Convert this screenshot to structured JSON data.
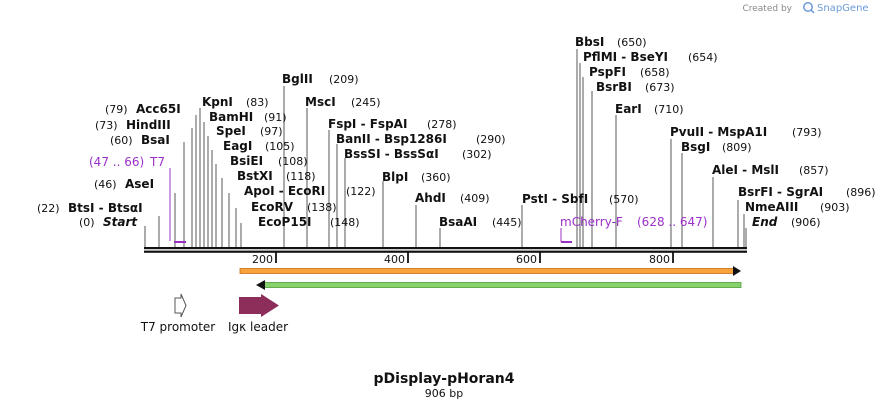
{
  "map": {
    "title": "pDisplay-pHoran4",
    "length_label": "906 bp",
    "length_bp": 906,
    "credit": "Created by",
    "brand": "SnapGene",
    "ruler_ticks": [
      "200",
      "400",
      "600",
      "800"
    ],
    "ends": {
      "start": "Start",
      "start_pos": "(0)",
      "end": "End",
      "end_pos": "(906)"
    },
    "sites": [
      {
        "label": "BtsI  -  BtsαI",
        "pos": "(22)"
      },
      {
        "label": "AseI",
        "pos": "(46)"
      },
      {
        "label": "BsaI",
        "pos": "(60)"
      },
      {
        "label": "HindIII",
        "pos": "(73)"
      },
      {
        "label": "Acc65I",
        "pos": "(79)"
      },
      {
        "label": "KpnI",
        "pos": "(83)"
      },
      {
        "label": "BamHI",
        "pos": "(91)"
      },
      {
        "label": "SpeI",
        "pos": "(97)"
      },
      {
        "label": "EagI",
        "pos": "(105)"
      },
      {
        "label": "BsiEI",
        "pos": "(108)"
      },
      {
        "label": "BstXI",
        "pos": "(118)"
      },
      {
        "label": "ApoI  -  EcoRI",
        "pos": "(122)"
      },
      {
        "label": "EcoRV",
        "pos": "(138)"
      },
      {
        "label": "EcoP15I",
        "pos": "(148)"
      },
      {
        "label": "BglII",
        "pos": "(209)"
      },
      {
        "label": "MscI",
        "pos": "(245)"
      },
      {
        "label": "FspI  -  FspAI",
        "pos": "(278)"
      },
      {
        "label": "BanII  -  Bsp1286I",
        "pos": "(290)"
      },
      {
        "label": "BssSI  -  BssSαI",
        "pos": "(302)"
      },
      {
        "label": "BlpI",
        "pos": "(360)"
      },
      {
        "label": "AhdI",
        "pos": "(409)"
      },
      {
        "label": "BsaAI",
        "pos": "(445)"
      },
      {
        "label": "PstI  -  SbfI",
        "pos": "(570)"
      },
      {
        "label": "BbsI",
        "pos": "(650)"
      },
      {
        "label": "PflMI  -  BseYI",
        "pos": "(654)"
      },
      {
        "label": "PspFI",
        "pos": "(658)"
      },
      {
        "label": "BsrBI",
        "pos": "(673)"
      },
      {
        "label": "EarI",
        "pos": "(710)"
      },
      {
        "label": "PvuII  -  MspA1I",
        "pos": "(793)"
      },
      {
        "label": "BsgI",
        "pos": "(809)"
      },
      {
        "label": "AleI  -  MslI",
        "pos": "(857)"
      },
      {
        "label": "BsrFI  -  SgrAI",
        "pos": "(896)"
      },
      {
        "label": "NmeAIII",
        "pos": "(903)"
      }
    ],
    "primers": [
      {
        "label": "T7",
        "range": "(47 .. 66)"
      },
      {
        "label": "mCherry-F",
        "range": "(628 .. 647)"
      }
    ],
    "features": [
      {
        "label": "T7 promoter"
      },
      {
        "label": "Igκ leader"
      }
    ],
    "colors": {
      "backbone": "#111111",
      "orange_feature": "#f7a23b",
      "green_feature": "#86d36b",
      "igk_leader": "#8c2d5a",
      "primer": "#9b30c9",
      "brand": "#6b9bd6"
    }
  }
}
